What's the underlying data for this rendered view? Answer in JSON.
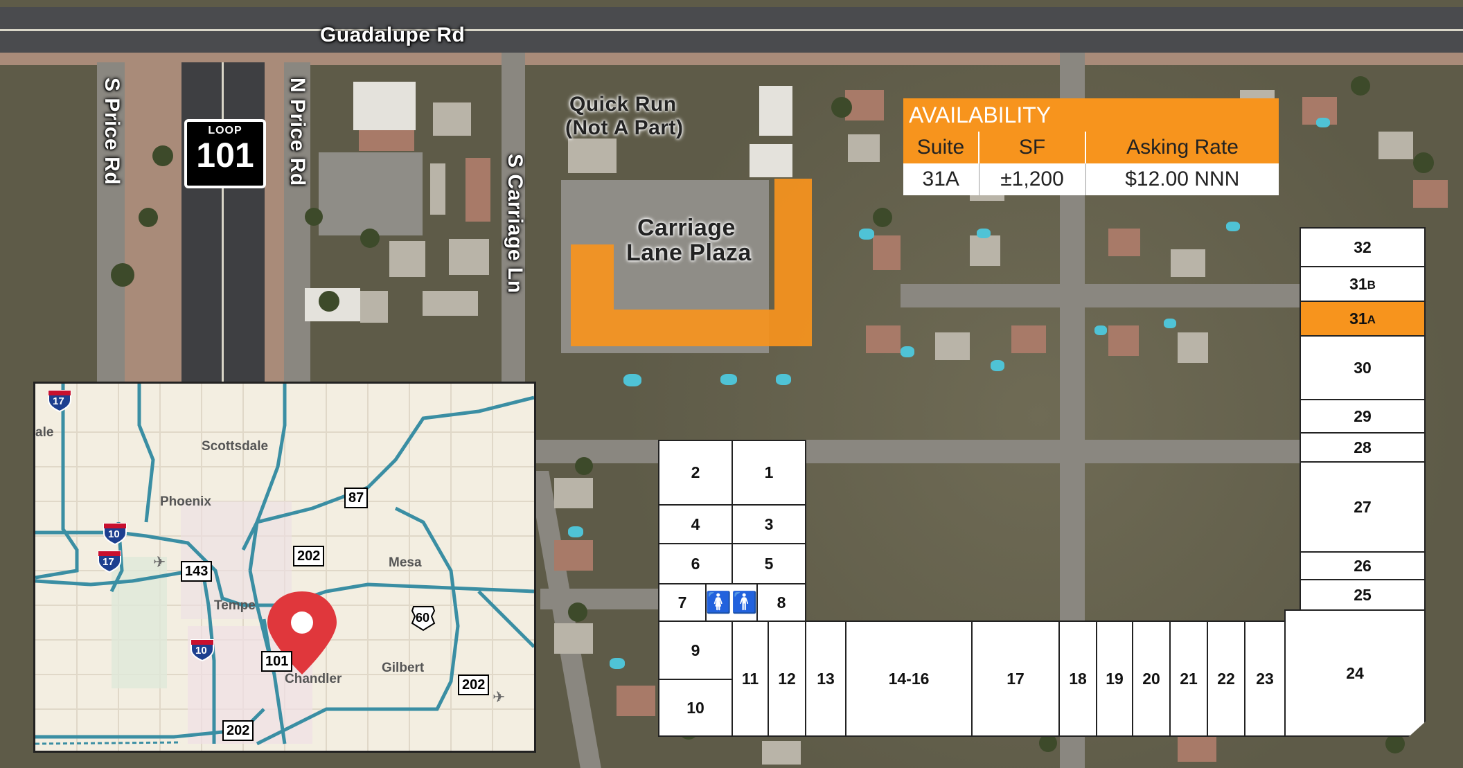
{
  "map": {
    "roads": {
      "guadalupe": "Guadalupe Rd",
      "s_price": "S Price Rd",
      "n_price": "N Price Rd",
      "s_carriage": "S Carriage Ln"
    },
    "loop_shield": {
      "top": "LOOP",
      "number": "101"
    },
    "labels": {
      "quick_run": "Quick Run",
      "not_a_part": "(Not A Part)",
      "plaza_line1": "Carriage",
      "plaza_line2": "Lane Plaza"
    },
    "highlight_color": "#f7941d"
  },
  "availability": {
    "title": "AVAILABILITY",
    "headers": [
      "Suite",
      "SF",
      "Asking Rate"
    ],
    "rows": [
      [
        "31A",
        "±1,200",
        "$12.00 NNN"
      ]
    ]
  },
  "site_plan": {
    "suites": [
      "2",
      "1",
      "4",
      "3",
      "6",
      "5",
      "7",
      "8",
      "9",
      "10",
      "11",
      "12",
      "13",
      "14-16",
      "17",
      "18",
      "19",
      "20",
      "21",
      "22",
      "23",
      "24",
      "25",
      "26",
      "27",
      "28",
      "29",
      "30",
      "31",
      "31",
      "32"
    ],
    "suffix_b": "B",
    "suffix_a": "A",
    "restroom_icons": [
      "female-restroom-icon",
      "male-restroom-icon"
    ],
    "highlighted_suite": "31A"
  },
  "inset_map": {
    "cities": [
      "ale",
      "Scottsdale",
      "Phoenix",
      "Mesa",
      "Tempe",
      "Gilbert",
      "Chandler"
    ],
    "interstates": [
      "17",
      "10",
      "17",
      "10"
    ],
    "state_routes": [
      "87",
      "143",
      "202",
      "101",
      "202",
      "202"
    ],
    "us_route": "60",
    "marker_color": "#e0373c",
    "freeway_color": "#3a8ea3"
  }
}
